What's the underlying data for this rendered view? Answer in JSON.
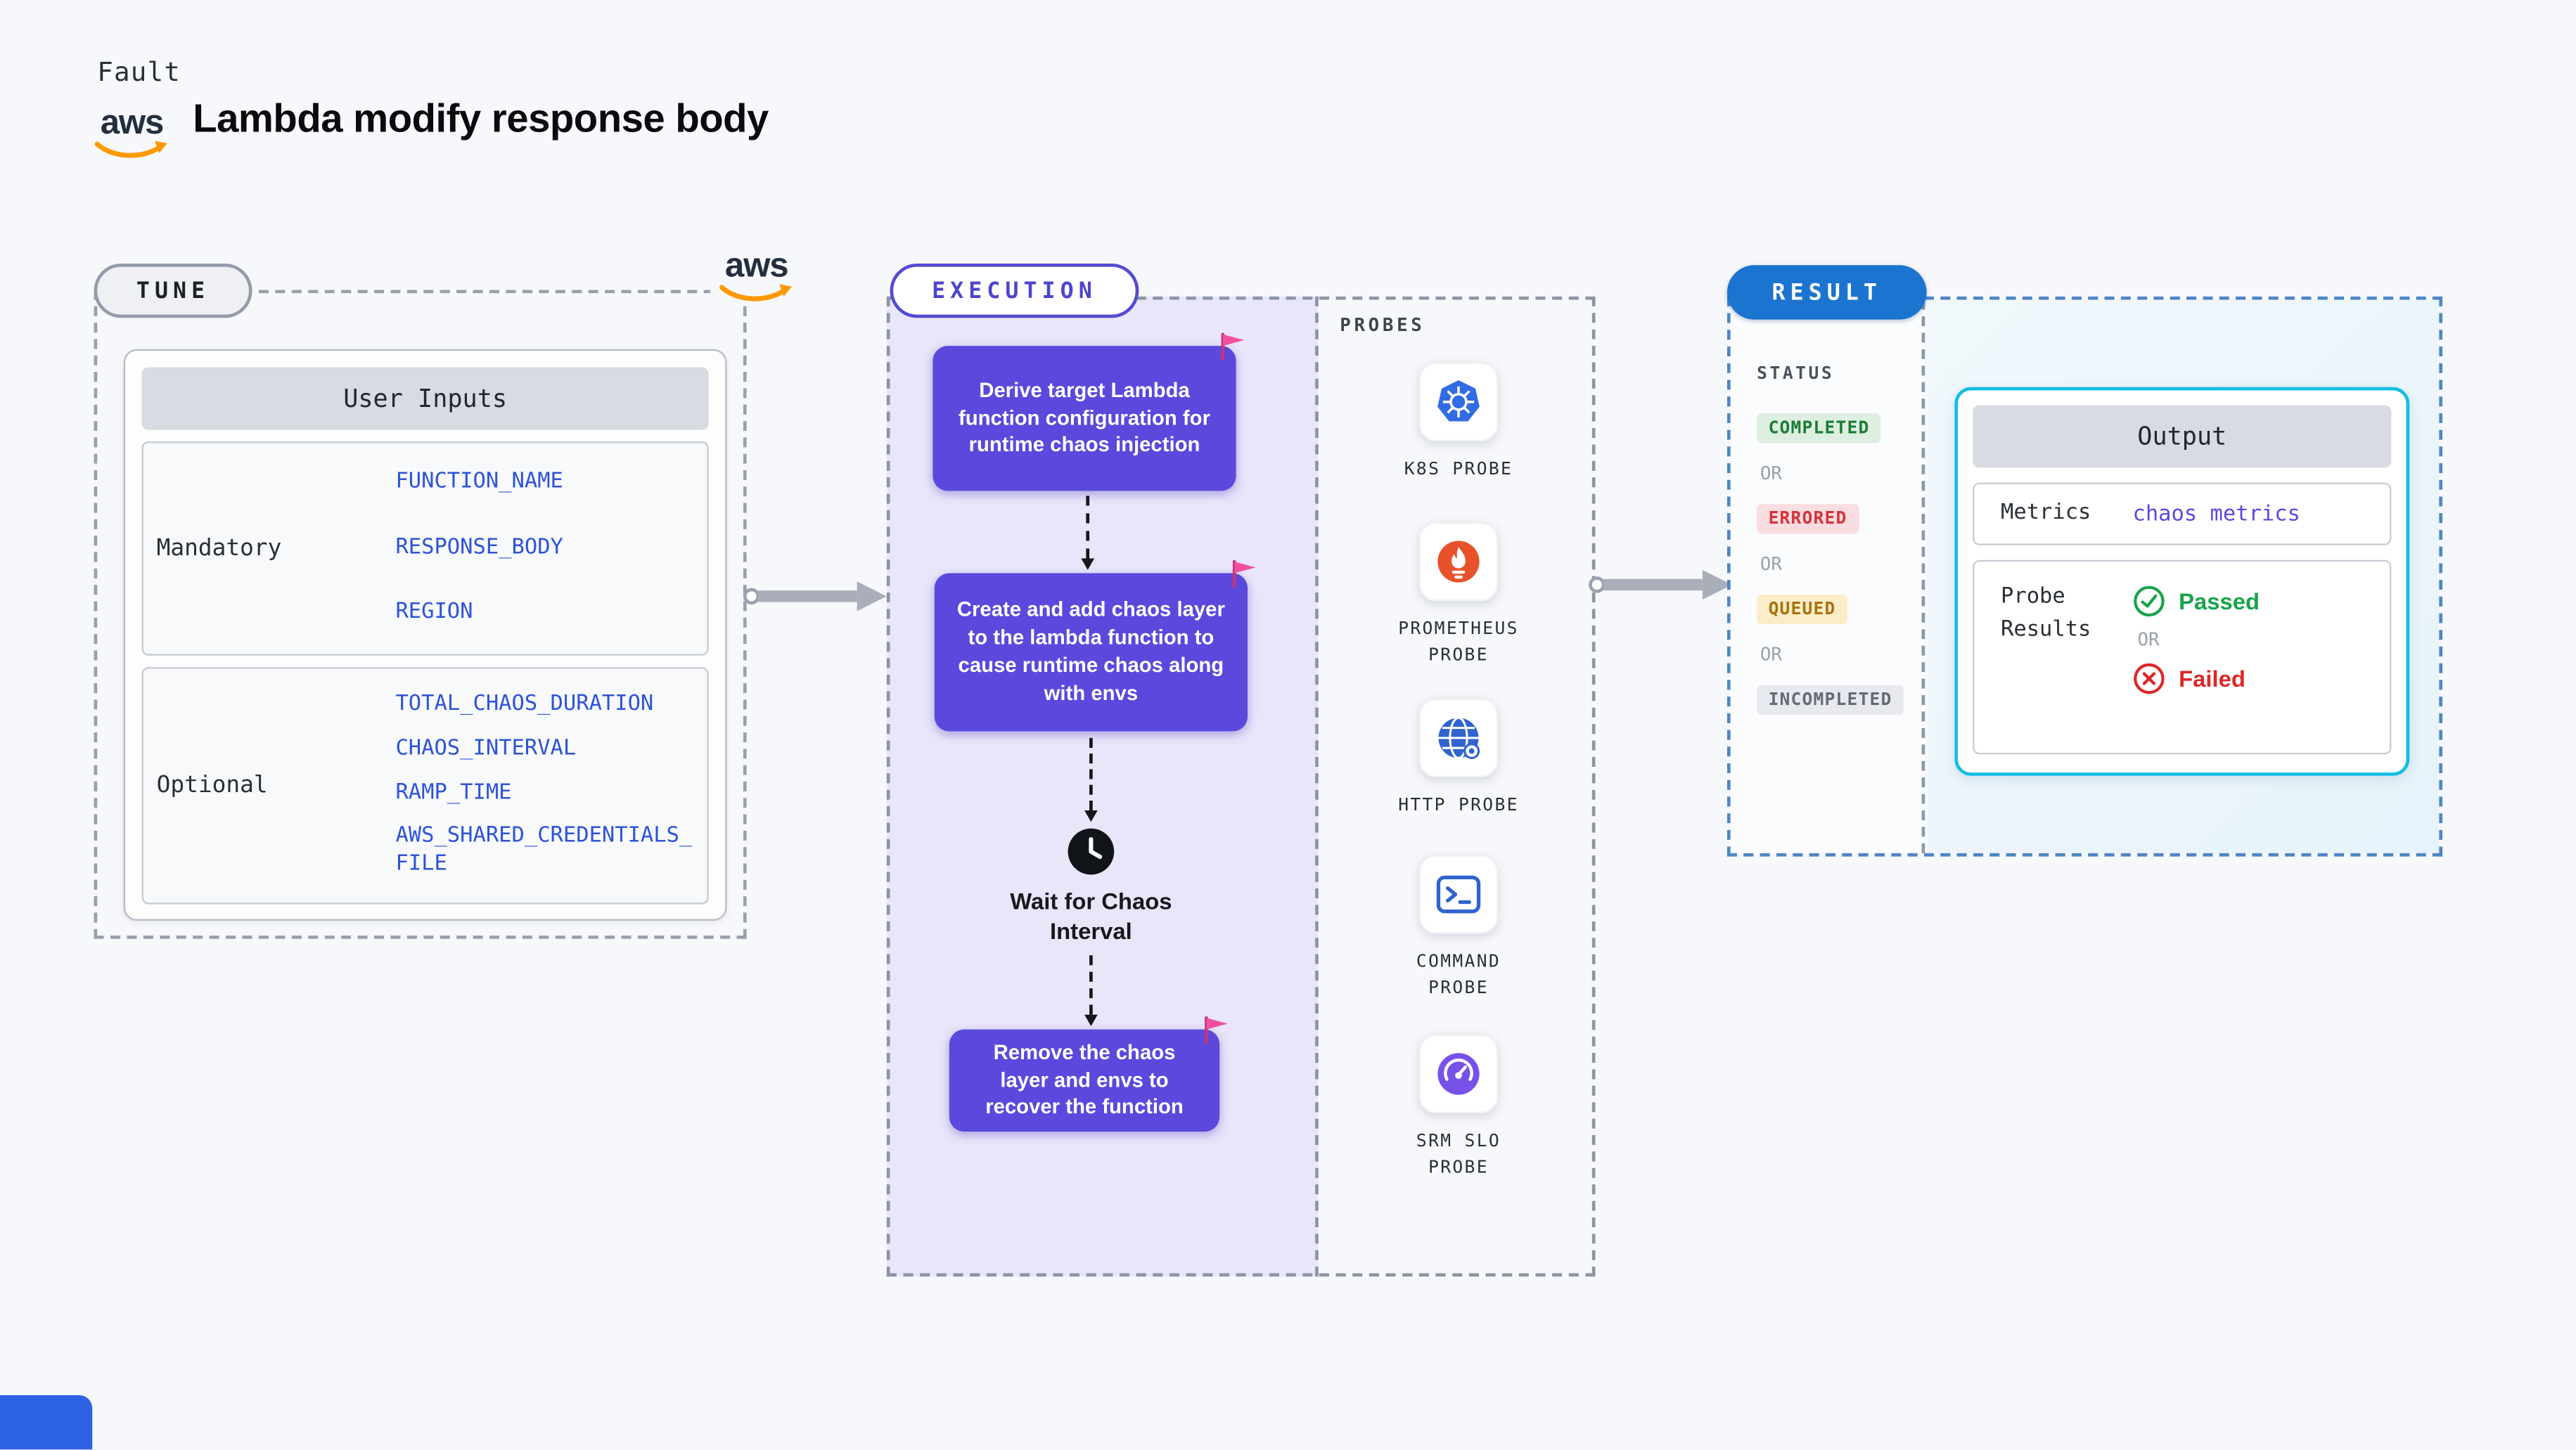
{
  "colors": {
    "page_background": "#f7f8fb",
    "step_indigo": "#5a49dc",
    "execution_panel": "#e9e6fa",
    "result_pill_blue": "#1b74cf",
    "output_border_cyan": "#14bde4",
    "env_var_blue": "#2d53d8",
    "aws_orange": "#FF9900",
    "flag_pink": "#f0519f",
    "status_completed": "#1c7c36",
    "status_errored": "#d5333b",
    "status_queued": "#a8720e",
    "status_incompleted": "#636b76",
    "passed_green": "#17a34a",
    "failed_red": "#dd2727"
  },
  "header": {
    "kicker": "Fault",
    "aws_logo_text": "aws",
    "title": "Lambda modify response body"
  },
  "tune": {
    "pill": "TUNE",
    "aws_logo_text": "aws",
    "table": {
      "title": "User Inputs",
      "groups": [
        {
          "label": "Mandatory",
          "vars": [
            "FUNCTION_NAME",
            "RESPONSE_BODY",
            "REGION"
          ]
        },
        {
          "label": "Optional",
          "vars": [
            "TOTAL_CHAOS_DURATION",
            "CHAOS_INTERVAL",
            "RAMP_TIME",
            "AWS_SHARED_CREDENTIALS_FILE"
          ]
        }
      ]
    }
  },
  "execution": {
    "pill": "EXECUTION",
    "steps": [
      {
        "text": "Derive target Lambda function configuration for runtime chaos injection",
        "icon": "pink-flag-icon"
      },
      {
        "text": "Create and add chaos layer to the lambda function to cause runtime chaos along with envs",
        "icon": "pink-flag-icon"
      },
      {
        "text": "Wait for Chaos Interval",
        "icon": "clock-icon"
      },
      {
        "text": "Remove the chaos layer and envs to recover the function",
        "icon": "pink-flag-icon"
      }
    ]
  },
  "probes": {
    "label": "PROBES",
    "items": [
      {
        "name": "K8S PROBE",
        "icon": "kubernetes-icon"
      },
      {
        "name": "PROMETHEUS PROBE",
        "icon": "prometheus-icon"
      },
      {
        "name": "HTTP PROBE",
        "icon": "globe-icon"
      },
      {
        "name": "COMMAND PROBE",
        "icon": "terminal-icon"
      },
      {
        "name": "SRM SLO PROBE",
        "icon": "srm-slo-icon"
      }
    ]
  },
  "result": {
    "pill": "RESULT",
    "status_heading": "STATUS",
    "or_label": "OR",
    "statuses": [
      "COMPLETED",
      "ERRORED",
      "QUEUED",
      "INCOMPLETED"
    ],
    "output": {
      "title": "Output",
      "metrics_label": "Metrics",
      "metrics_value": "chaos metrics",
      "probe_results_label": "Probe Results",
      "passed_label": "Passed",
      "or_label": "OR",
      "failed_label": "Failed",
      "passed_icon": "check-circle-icon",
      "failed_icon": "x-circle-icon"
    }
  }
}
